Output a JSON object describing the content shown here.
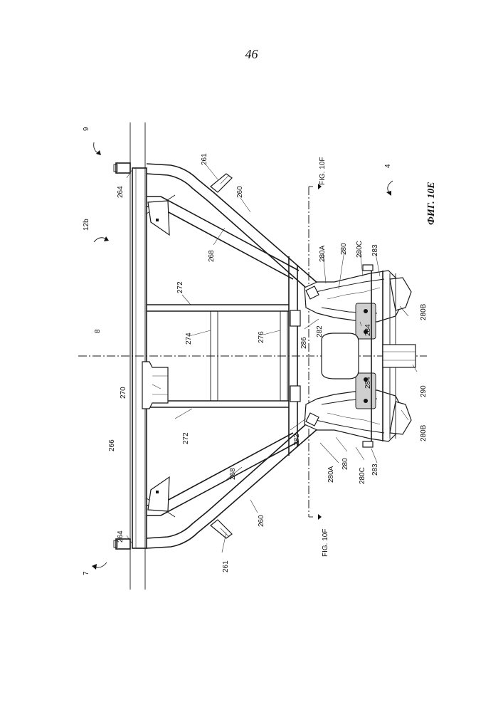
{
  "page": {
    "number": "46"
  },
  "figure": {
    "caption": "ФИГ. 10Е"
  },
  "section_marks": {
    "top": "FIG. 10F",
    "bottom": "FIG. 10F"
  },
  "ref_numerals": {
    "n9": "9",
    "n12b": "12b",
    "n264_top": "264",
    "n261_top": "261",
    "n260_top": "260",
    "n268_top": "268",
    "n280A_top": "280A",
    "n280_top": "280",
    "n280C_top": "280C",
    "n283_top": "283",
    "n4": "4",
    "n272_top": "272",
    "n274": "274",
    "n276": "276",
    "n286": "286",
    "n282_top": "282",
    "n284_top": "284",
    "n280B_top": "280B",
    "n8": "8",
    "n270": "270",
    "n284_bottom": "284",
    "n290": "290",
    "n266": "266",
    "n272_bottom": "272",
    "n282_bottom": "282",
    "n280B_bottom": "280B",
    "n268_bottom": "268",
    "n280A_bottom": "280A",
    "n280_bottom": "280",
    "n280C_bottom": "280C",
    "n283_bottom": "283",
    "n264_bottom": "264",
    "n260_bottom": "260",
    "n261_bottom": "261",
    "n7": "7"
  }
}
